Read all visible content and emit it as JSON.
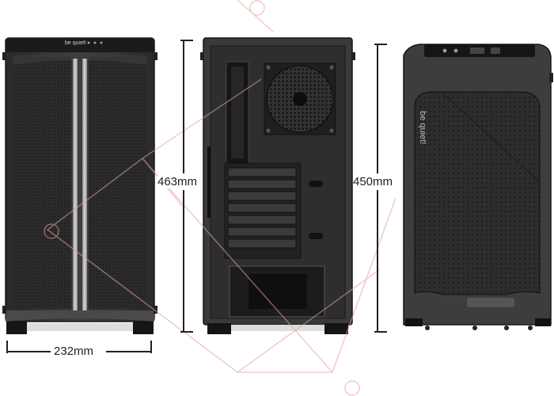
{
  "brand": {
    "front_logo": "be quiet!",
    "side_logo": "be quiet!"
  },
  "dimensions": {
    "width_label": "232mm",
    "height_label": "463mm",
    "depth_label": "450mm"
  },
  "colors": {
    "case_body": "#3a3a3a",
    "case_dark": "#1e1e1e",
    "mesh": "#2a2a2a",
    "dimension_line": "#222222",
    "watermark": "#d44040"
  }
}
